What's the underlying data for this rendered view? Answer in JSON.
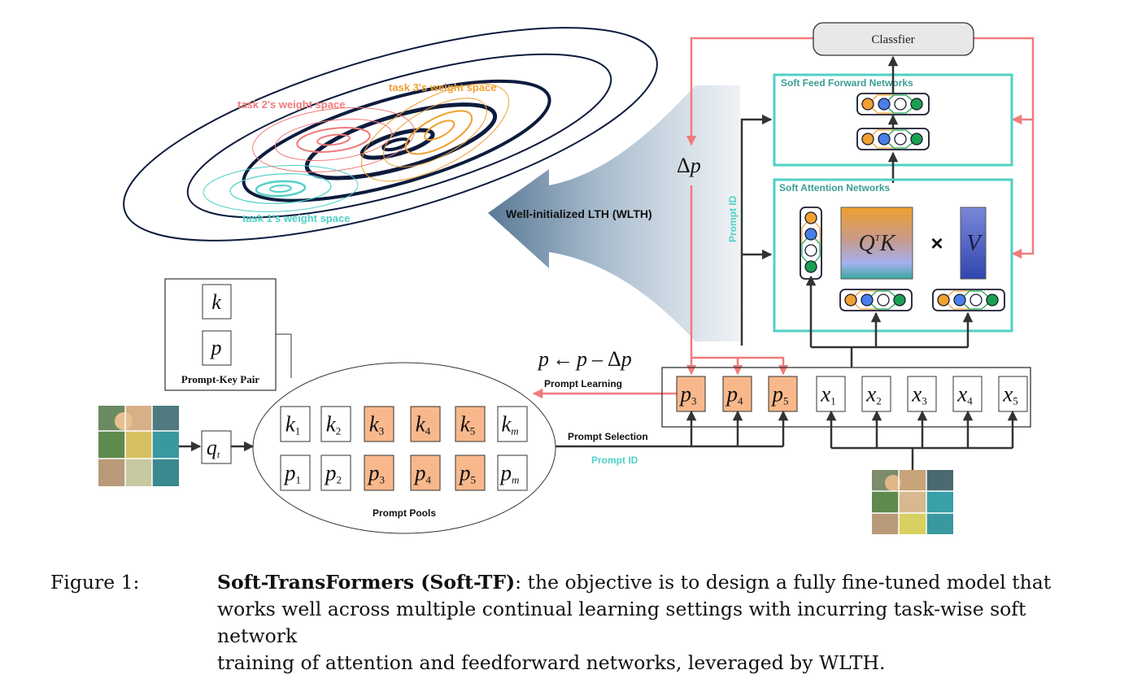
{
  "weight_space": {
    "task1_label": "task 1's weight space",
    "task2_label": "task 2's weight space",
    "task3_label": "task 3's weight space",
    "colors": {
      "global": "#0d1b3e",
      "task1": "#4fd1c5",
      "task2": "#f07b7b",
      "task3": "#f0a030"
    }
  },
  "wlth_arrow": {
    "label": "Well-initialized LTH (WLTH)"
  },
  "delta_p": {
    "delta": "Δ",
    "p": "p"
  },
  "prompt_id_vertical": "Prompt ID",
  "classifier": {
    "label": "Classfier"
  },
  "feed_forward": {
    "title": "Soft Feed Forward Networks"
  },
  "attention": {
    "title": "Soft Attention Networks",
    "qk_q": "Q",
    "qk_t": "T",
    "qk_k": "K",
    "times": "×",
    "v": "V"
  },
  "update_rule": {
    "p1": "p",
    "arrow": "←",
    "p2": "p",
    "minus": "–",
    "delta": "Δ",
    "p3": "p"
  },
  "prompt_learning_label": "Prompt Learning",
  "prompt_selection_label": "Prompt Selection",
  "prompt_id_label": "Prompt ID",
  "prompt_key_pair": {
    "k": "k",
    "p": "p",
    "label": "Prompt-Key Pair"
  },
  "query": {
    "q": "q",
    "sub": "t"
  },
  "prompt_pool": {
    "label": "Prompt Pools",
    "keys": [
      {
        "sym": "k",
        "sub": "1",
        "selected": false
      },
      {
        "sym": "k",
        "sub": "2",
        "selected": false
      },
      {
        "sym": "k",
        "sub": "3",
        "selected": true
      },
      {
        "sym": "k",
        "sub": "4",
        "selected": true
      },
      {
        "sym": "k",
        "sub": "5",
        "selected": true
      },
      {
        "sym": "k",
        "sub": "m",
        "selected": false
      }
    ],
    "prompts": [
      {
        "sym": "p",
        "sub": "1",
        "selected": false
      },
      {
        "sym": "p",
        "sub": "2",
        "selected": false
      },
      {
        "sym": "p",
        "sub": "3",
        "selected": true
      },
      {
        "sym": "p",
        "sub": "4",
        "selected": true
      },
      {
        "sym": "p",
        "sub": "5",
        "selected": true
      },
      {
        "sym": "p",
        "sub": "m",
        "selected": false
      }
    ]
  },
  "input_sequence": {
    "prompts": [
      {
        "sym": "p",
        "sub": "3"
      },
      {
        "sym": "p",
        "sub": "4"
      },
      {
        "sym": "p",
        "sub": "5"
      }
    ],
    "tokens": [
      {
        "sym": "x",
        "sub": "1"
      },
      {
        "sym": "x",
        "sub": "2"
      },
      {
        "sym": "x",
        "sub": "3"
      },
      {
        "sym": "x",
        "sub": "4"
      },
      {
        "sym": "x",
        "sub": "5"
      }
    ]
  },
  "colors": {
    "selected_fill": "#f8b88b",
    "teal_box": "#4fd1c5",
    "teal_text": "#3a9e92",
    "pink_line": "#f07b7b",
    "dark_line": "#333333",
    "node_orange": "#f0a030",
    "node_blue": "#4a7ee8",
    "node_green": "#1aa050"
  },
  "caption": {
    "label": "Figure 1:",
    "bold": "Soft-TransFormers (Soft-TF)",
    "text_line1": ": the objective is to design a fully fine-tuned model that",
    "text_line2": "works well across multiple continual learning settings with incurring task-wise soft network",
    "text_line3": "training of attention and feedforward networks, leveraged by WLTH."
  }
}
